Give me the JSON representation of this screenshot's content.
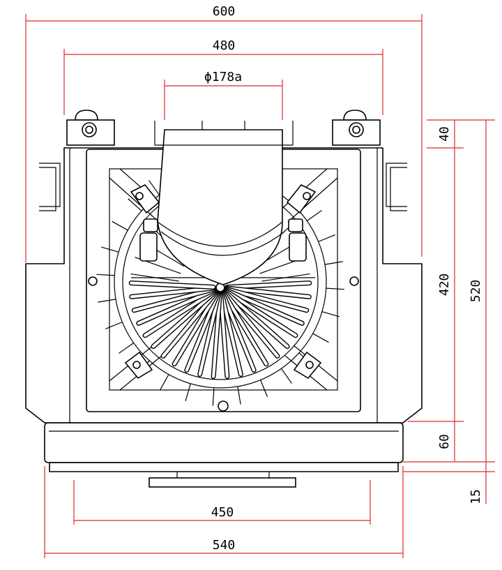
{
  "dimensions": {
    "overall_width": "600",
    "flange_width": "480",
    "inlet_diameter": "ϕ178a",
    "flange_height": "40",
    "body_height": "420",
    "total_height": "520",
    "base_height": "60",
    "foot_height": "15",
    "foot_width": "450",
    "base_width": "540"
  },
  "colors": {
    "dimension_line": "#e0282a",
    "outline": "#000000"
  }
}
